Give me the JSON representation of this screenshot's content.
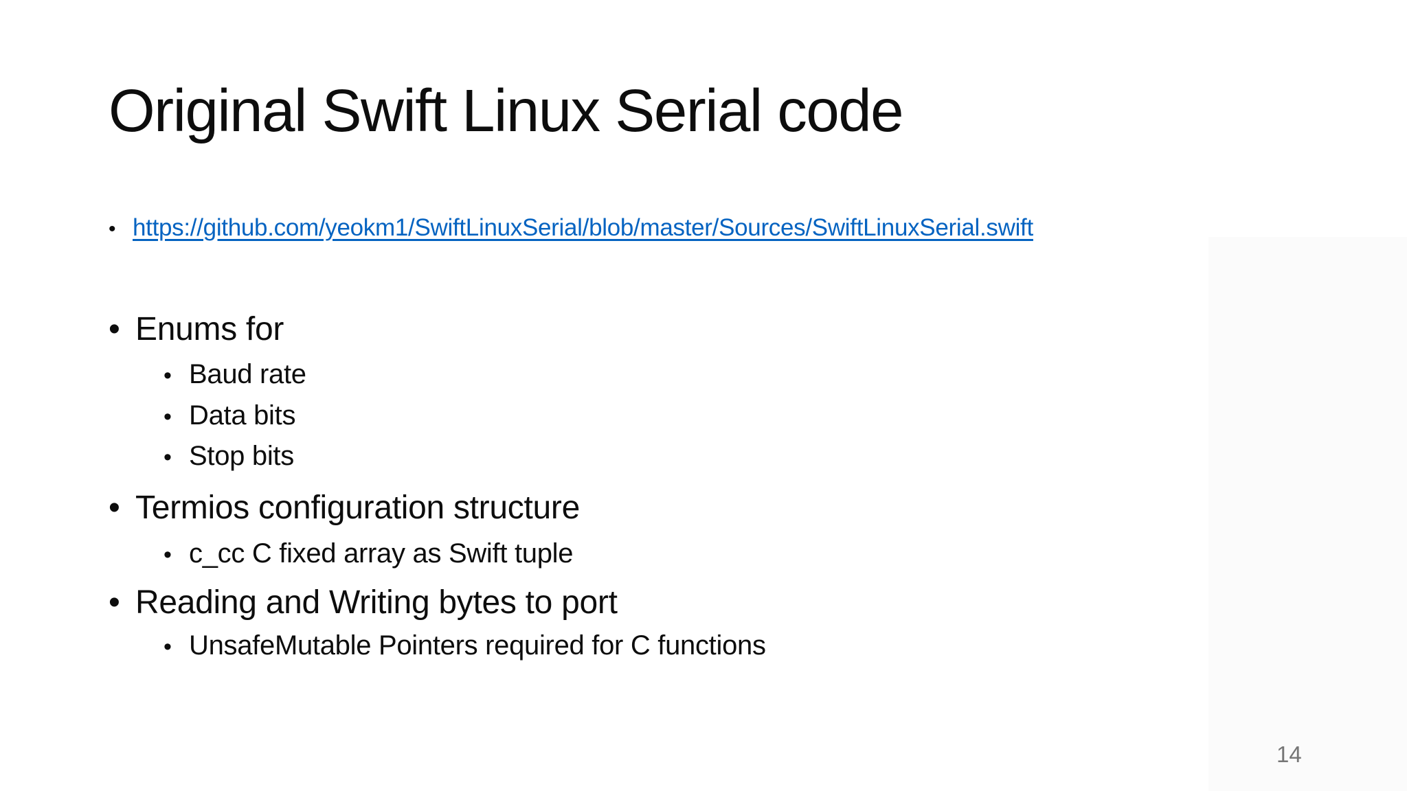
{
  "slide": {
    "title": "Original Swift Linux Serial code",
    "bullet_char": "•",
    "link": {
      "text": "https://github.com/yeokm1/SwiftLinuxSerial/blob/master/Sources/SwiftLinuxSerial.swift",
      "href": "https://github.com/yeokm1/SwiftLinuxSerial/blob/master/Sources/SwiftLinuxSerial.swift"
    },
    "bullets": [
      {
        "level": 1,
        "text": "Enums for"
      },
      {
        "level": 2,
        "text": "Baud rate"
      },
      {
        "level": 2,
        "text": "Data bits"
      },
      {
        "level": 2,
        "text": "Stop bits"
      },
      {
        "level": 1,
        "text": "Termios configuration structure"
      },
      {
        "level": 2,
        "text": "c_cc C fixed array as Swift tuple"
      },
      {
        "level": 1,
        "text": "Reading and Writing bytes to port"
      },
      {
        "level": 2,
        "text": "UnsafeMutable Pointers required for C functions"
      }
    ],
    "page_number": "14",
    "colors": {
      "background": "#ffffff",
      "text": "#0d0d0d",
      "link": "#0563C1",
      "page_number": "#767676",
      "shadow_panel": "#fbfbfb"
    }
  }
}
